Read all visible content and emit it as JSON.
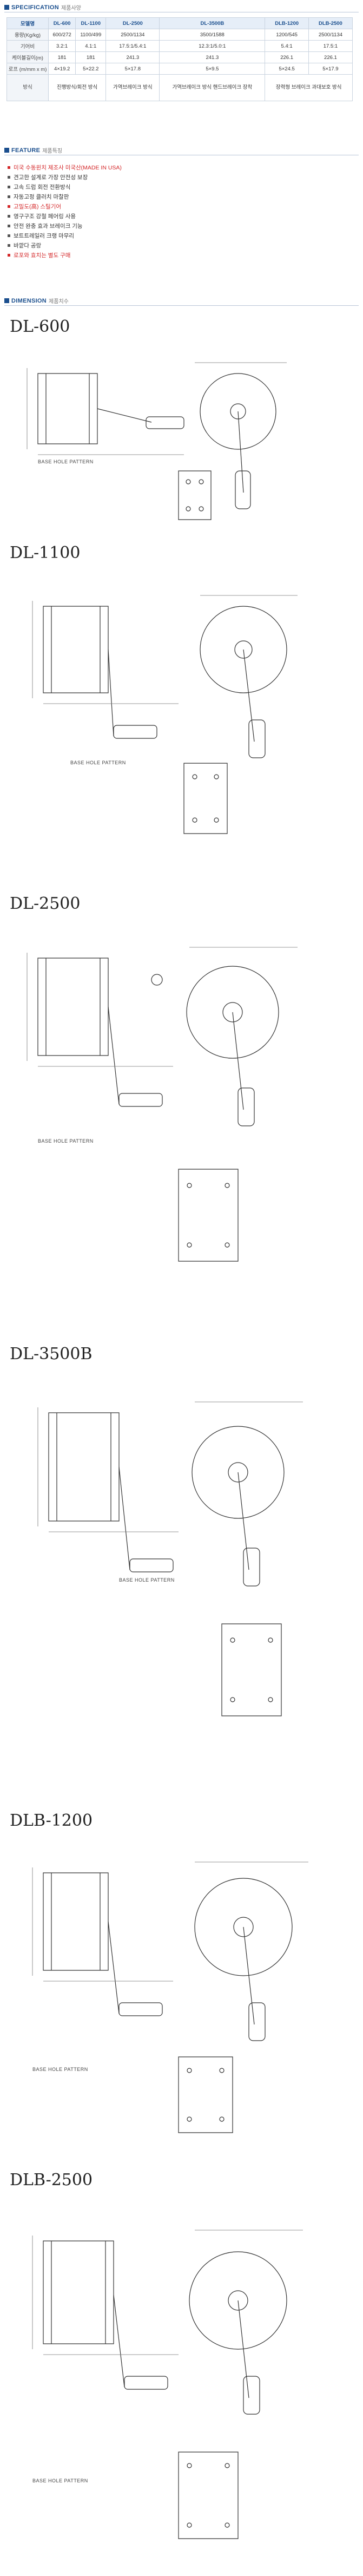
{
  "spec": {
    "title_en": "SPECIFICATION",
    "title_kr": "제품사양",
    "columns": [
      "DL-600",
      "DL-1100",
      "DL-2500",
      "DL-3500B",
      "DLB-1200",
      "DLB-2500"
    ],
    "header_label": "모델명",
    "rows": [
      {
        "label": "용량(Kg/kg)",
        "values": [
          "600/272",
          "1100/499",
          "2500/1134",
          "3500/1588",
          "1200/545",
          "2500/1134"
        ]
      },
      {
        "label": "기어비",
        "values": [
          "3.2:1",
          "4.1:1",
          "17.5:1/5.4:1",
          "12.3:1/5.0:1",
          "5.4:1",
          "17.5:1"
        ]
      },
      {
        "label": "케이블길이(m)",
        "values": [
          "181",
          "181",
          "241.3",
          "241.3",
          "226.1",
          "226.1"
        ]
      },
      {
        "label": "로프 (m/mm x m)",
        "values": [
          "4×19.2",
          "5×22.2",
          "5×17.8",
          "5×9.5",
          "5×24.5",
          "5×17.9"
        ]
      },
      {
        "label": "방식",
        "values": [
          "진행방식/회전 방식",
          "",
          "가역브레이크 방식",
          "가역브레이크 방식 핸드브레이크 장착",
          "",
          "장력형 브레이크 과대보호 방식"
        ]
      }
    ]
  },
  "feature": {
    "title_en": "FEATURE",
    "title_kr": "제품특징",
    "items": [
      {
        "text": "미국 수동윈치 제조사 미국산(MADE IN USA)",
        "highlight": true
      },
      {
        "text": "견고한 설계로 가장 안전성 보장",
        "highlight": false
      },
      {
        "text": "고속 드럼 회전 전환방식",
        "highlight": false
      },
      {
        "text": "자동고정 클러치 마찰판",
        "highlight": false
      },
      {
        "text": "고밀도(高) 스틸기어",
        "highlight": true
      },
      {
        "text": "영구구조 강철 페어링 사용",
        "highlight": false
      },
      {
        "text": "안전 완충 효과 브레이크 기능",
        "highlight": false
      },
      {
        "text": "보트트레일러 크랭 마무리",
        "highlight": false
      },
      {
        "text": "바깥다 공랑",
        "highlight": false
      },
      {
        "text": "로포와 효치는 별도 구매",
        "highlight": true
      }
    ]
  },
  "dimension": {
    "title_en": "DIMENSION",
    "title_kr": "제품치수",
    "base_hole_label": "BASE HOLE PATTERN",
    "models": [
      {
        "name": "DL-600"
      },
      {
        "name": "DL-1100"
      },
      {
        "name": "DL-2500"
      },
      {
        "name": "DL-3500B"
      },
      {
        "name": "DLB-1200"
      },
      {
        "name": "DLB-2500"
      }
    ]
  }
}
